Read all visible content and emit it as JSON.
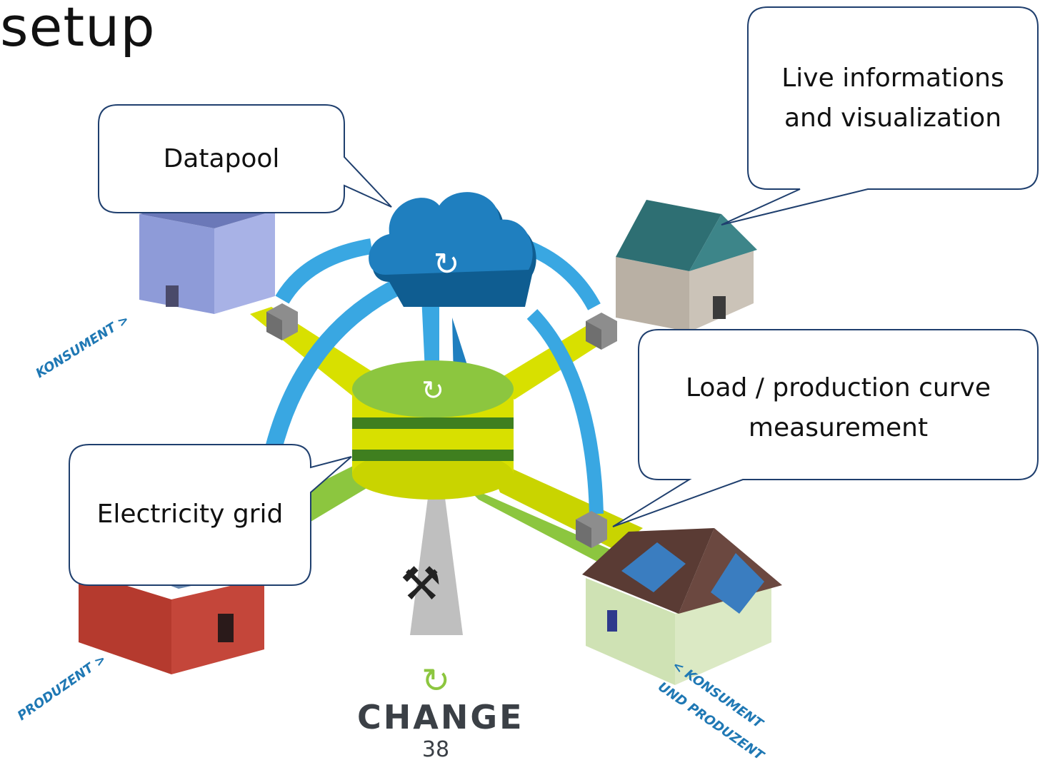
{
  "slide": {
    "title": "setup"
  },
  "callouts": {
    "datapool": "Datapool",
    "live_line1": "Live informations",
    "live_line2": "and visualization",
    "load_line1": "Load / production curve",
    "load_line2": "measurement",
    "grid": "Electricity grid"
  },
  "diagram_labels": {
    "konsument": "KONSUMENT >",
    "produzent": "PRODUZENT >",
    "konsument_und_produzent_line1": "< KONSUMENT",
    "konsument_und_produzent_line2": "UND PRODUZENT"
  },
  "brand": {
    "name": "CHANGE",
    "number": "38"
  },
  "colors": {
    "cloud_blue": "#1f7fbf",
    "cloud_dark": "#0f5d91",
    "arc_blue": "#39a7e2",
    "grid_green": "#8cc63f",
    "grid_dark": "#4e8a1f",
    "spoke_yellow": "#d8e000",
    "label_blue": "#1f78b4"
  },
  "icons": [
    "cloud-flame-icon",
    "grid-hub-icon",
    "meter-box-icon",
    "tools-icon",
    "brand-flame-icon"
  ]
}
